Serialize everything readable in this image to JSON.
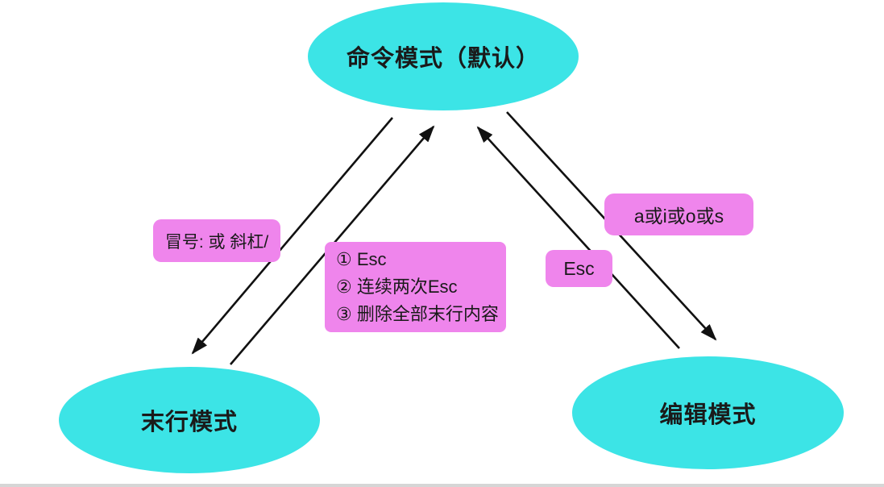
{
  "diagram": {
    "nodes": {
      "command": {
        "label": "命令模式（默认）"
      },
      "lastline": {
        "label": "末行模式"
      },
      "edit": {
        "label": "编辑模式"
      }
    },
    "edge_labels": {
      "colon_slash": "冒号: 或 斜杠/",
      "esc_list": {
        "lines": [
          "① Esc",
          "② 连续两次Esc",
          "③ 删除全部末行内容"
        ]
      },
      "esc": "Esc",
      "insert_keys": "a或i或o或s"
    },
    "colors": {
      "node_fill": "#3ce4e6",
      "label_fill": "#ef85ec",
      "arrow": "#111111",
      "text": "#1a1a1a"
    }
  }
}
